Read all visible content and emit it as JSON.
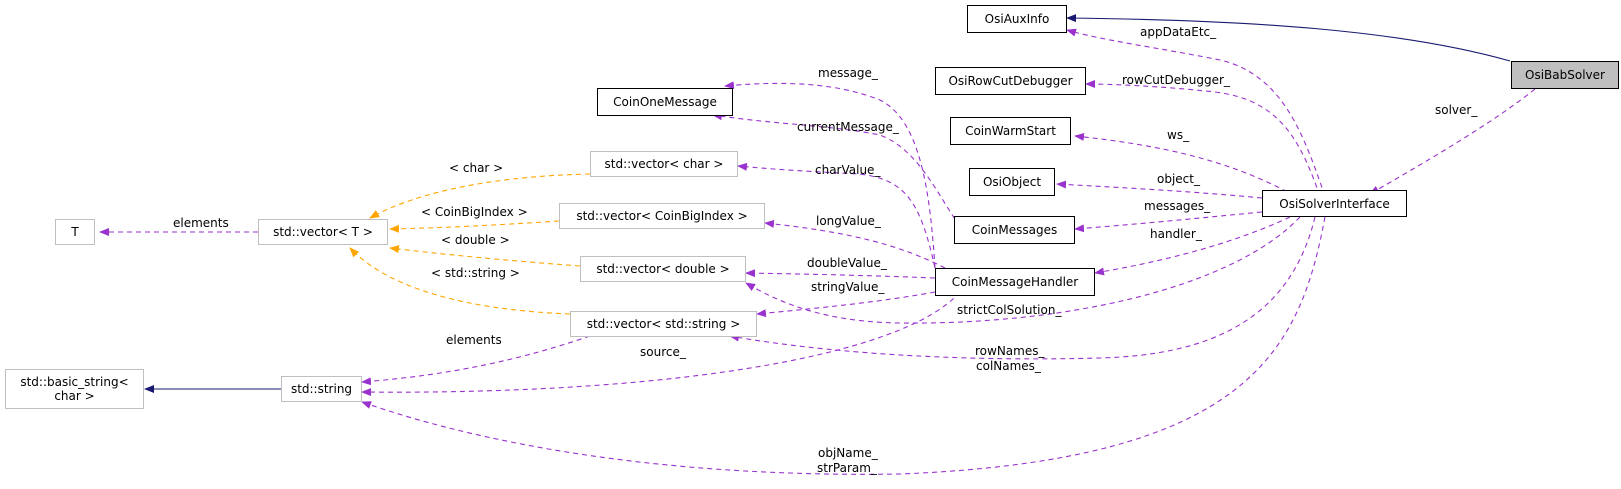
{
  "colors": {
    "member_edge": "#9a32cd",
    "template_edge": "#ffa500",
    "inherit_edge": "#191970",
    "highlight_fill": "#bfbfbf",
    "external_border": "#bfbfbf"
  },
  "nodes": {
    "osi_bab_solver": "OsiBabSolver",
    "osi_aux_info": "OsiAuxInfo",
    "osi_row_cut_debugger": "OsiRowCutDebugger",
    "coin_one_message": "CoinOneMessage",
    "coin_warm_start": "CoinWarmStart",
    "osi_object": "OsiObject",
    "osi_solver_interface": "OsiSolverInterface",
    "coin_messages": "CoinMessages",
    "coin_message_handler": "CoinMessageHandler",
    "t": "T",
    "vector_t": "std::vector< T >",
    "vector_char": "std::vector< char >",
    "vector_bigindex": "std::vector< CoinBigIndex >",
    "vector_double": "std::vector< double >",
    "vector_string": "std::vector< std::string >",
    "std_string": "std::string",
    "basic_string_line1": "std::basic_string<",
    "basic_string_line2": "char >"
  },
  "edge_labels": {
    "app_data_etc": "appDataEtc_",
    "row_cut_debugger": "rowCutDebugger_",
    "solver": "solver_",
    "message": "message_",
    "current_message": "currentMessage_",
    "ws": "ws_",
    "object": "object_",
    "messages": "messages_",
    "handler": "handler_",
    "char_value": "charValue_",
    "long_value": "longValue_",
    "double_value": "doubleValue_",
    "string_value": "stringValue_",
    "strict_col_solution": "strictColSolution_",
    "row_names": "rowNames_",
    "col_names": "colNames_",
    "source": "source_",
    "elements_t": "elements",
    "elements_str": "elements",
    "obj_name": "objName_",
    "str_param": "strParam_",
    "tmpl_char": "< char >",
    "tmpl_bigindex": "< CoinBigIndex >",
    "tmpl_double": "< double >",
    "tmpl_string": "< std::string >"
  }
}
